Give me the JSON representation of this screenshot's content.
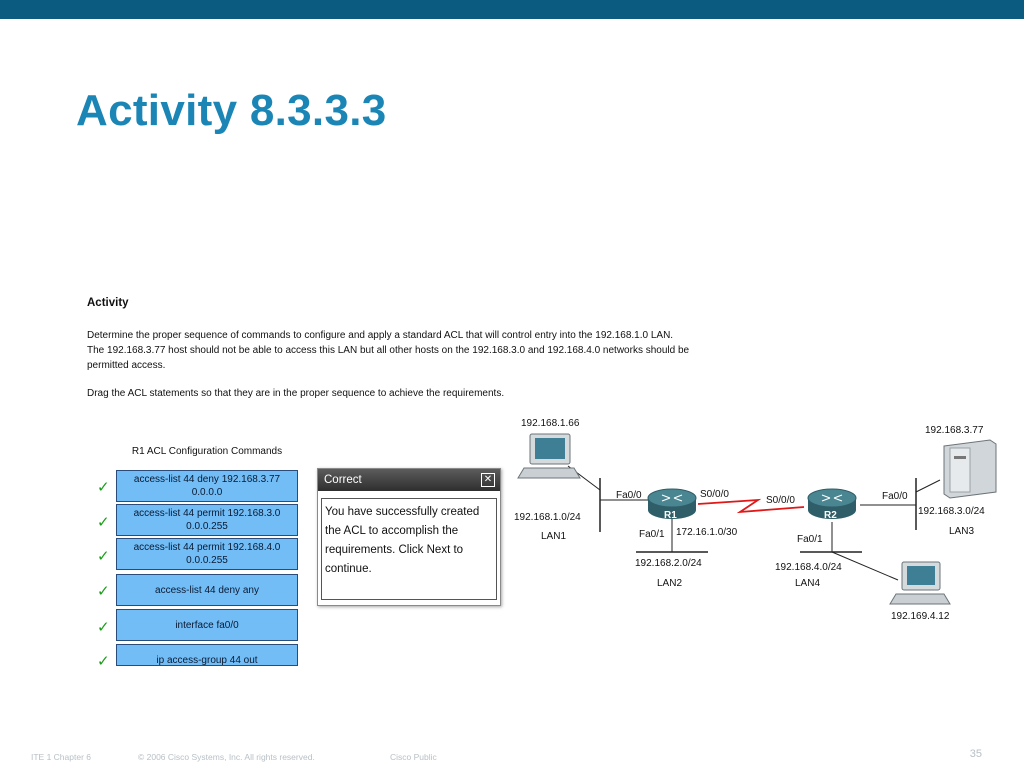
{
  "slide": {
    "title": "Activity 8.3.3.3"
  },
  "activity": {
    "heading": "Activity",
    "description": "Determine the proper sequence of commands to configure and apply a standard ACL that will control entry into the 192.168.1.0 LAN. The 192.168.3.77 host should not be able to access this LAN but all other hosts on the 192.168.3.0 and 192.168.4.0 networks should be permitted access.",
    "instruction": "Drag the ACL statements so that they are in the proper sequence to achieve the requirements.",
    "panel_title": "R1 ACL Configuration Commands",
    "commands": [
      {
        "line1": "access-list 44 deny 192.168.3.77",
        "line2": "0.0.0.0",
        "checked": true
      },
      {
        "line1": "access-list 44 permit 192.168.3.0",
        "line2": "0.0.0.255",
        "checked": true
      },
      {
        "line1": "access-list 44 permit 192.168.4.0",
        "line2": "0.0.0.255",
        "checked": true
      },
      {
        "line1": "access-list 44 deny any",
        "line2": "",
        "checked": true
      },
      {
        "line1": "interface fa0/0",
        "line2": "",
        "checked": true
      },
      {
        "line1": "ip access-group 44 out",
        "line2": "",
        "checked": true
      }
    ],
    "check_glyph": "✓",
    "check_color": "#1a9e1a",
    "command_bg_color": "#72bdf6"
  },
  "popup": {
    "title": "Correct",
    "close_glyph": "✕",
    "message": "You have successfully created the ACL to accomplish the requirements. Click Next to continue."
  },
  "topology": {
    "pc1_ip": "192.168.1.66",
    "lan1_net": "192.168.1.0/24",
    "lan1_name": "LAN1",
    "r1_fa00": "Fa0/0",
    "r1_name": "R1",
    "r1_s000": "S0/0/0",
    "r1_fa01": "Fa0/1",
    "serial_net": "172.16.1.0/30",
    "lan2_net": "192.168.2.0/24",
    "lan2_name": "LAN2",
    "r2_s000": "S0/0/0",
    "r2_name": "R2",
    "r2_fa00": "Fa0/0",
    "r2_fa01": "Fa0/1",
    "server_ip": "192.168.3.77",
    "lan3_net": "192.168.3.0/24",
    "lan3_name": "LAN3",
    "lan4_net": "192.168.4.0/24",
    "lan4_name": "LAN4",
    "pc4_ip": "192.169.4.12",
    "router_color": "#3e7480",
    "serial_link_color": "#e01818"
  },
  "footer": {
    "course": "ITE 1 Chapter 6",
    "copyright": "© 2006 Cisco Systems, Inc. All rights reserved.",
    "classification": "Cisco Public",
    "page_number": "35"
  }
}
